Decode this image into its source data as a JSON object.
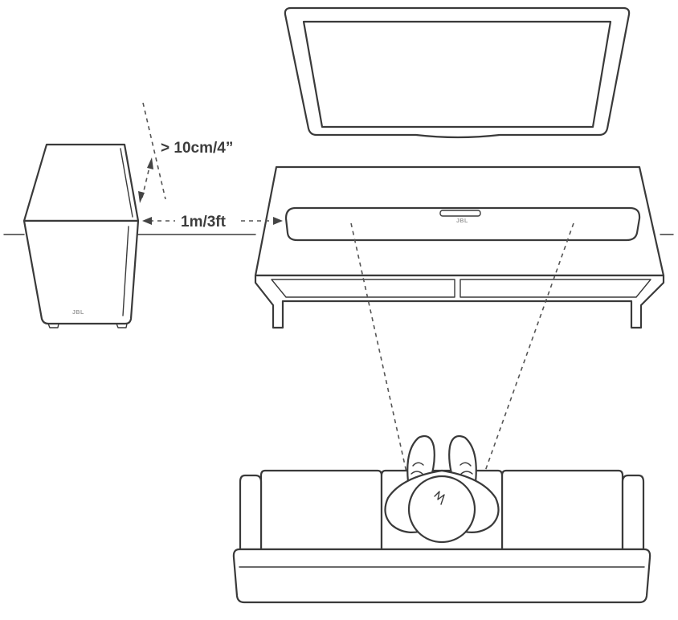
{
  "labels": {
    "spacing_from_wall": "> 10cm/4”",
    "distance_to_soundbar": "1m/3ft"
  },
  "branding": {
    "subwoofer_logo": "JBL",
    "soundbar_logo": "JBL"
  },
  "colors": {
    "line": "#3a3a3a",
    "text": "#3d3d3d",
    "background": "#ffffff"
  }
}
